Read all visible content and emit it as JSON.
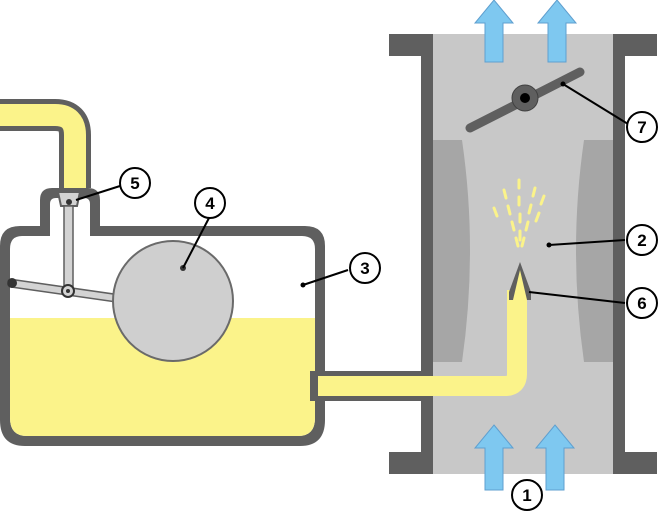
{
  "colors": {
    "body_gray": "#5f5f5f",
    "interior_gray": "#c8c8c8",
    "venturi_gray": "#a6a6a6",
    "fuel_yellow": "#fbf38a",
    "air_blue": "#7ec8f0",
    "float_gray": "#cfcfcf",
    "linkage_gray": "#d3d3d3"
  },
  "callouts": [
    {
      "id": "1",
      "text": "1"
    },
    {
      "id": "2",
      "text": "2"
    },
    {
      "id": "3",
      "text": "3"
    },
    {
      "id": "4",
      "text": "4"
    },
    {
      "id": "5",
      "text": "5"
    },
    {
      "id": "6",
      "text": "6"
    },
    {
      "id": "7",
      "text": "7"
    }
  ]
}
